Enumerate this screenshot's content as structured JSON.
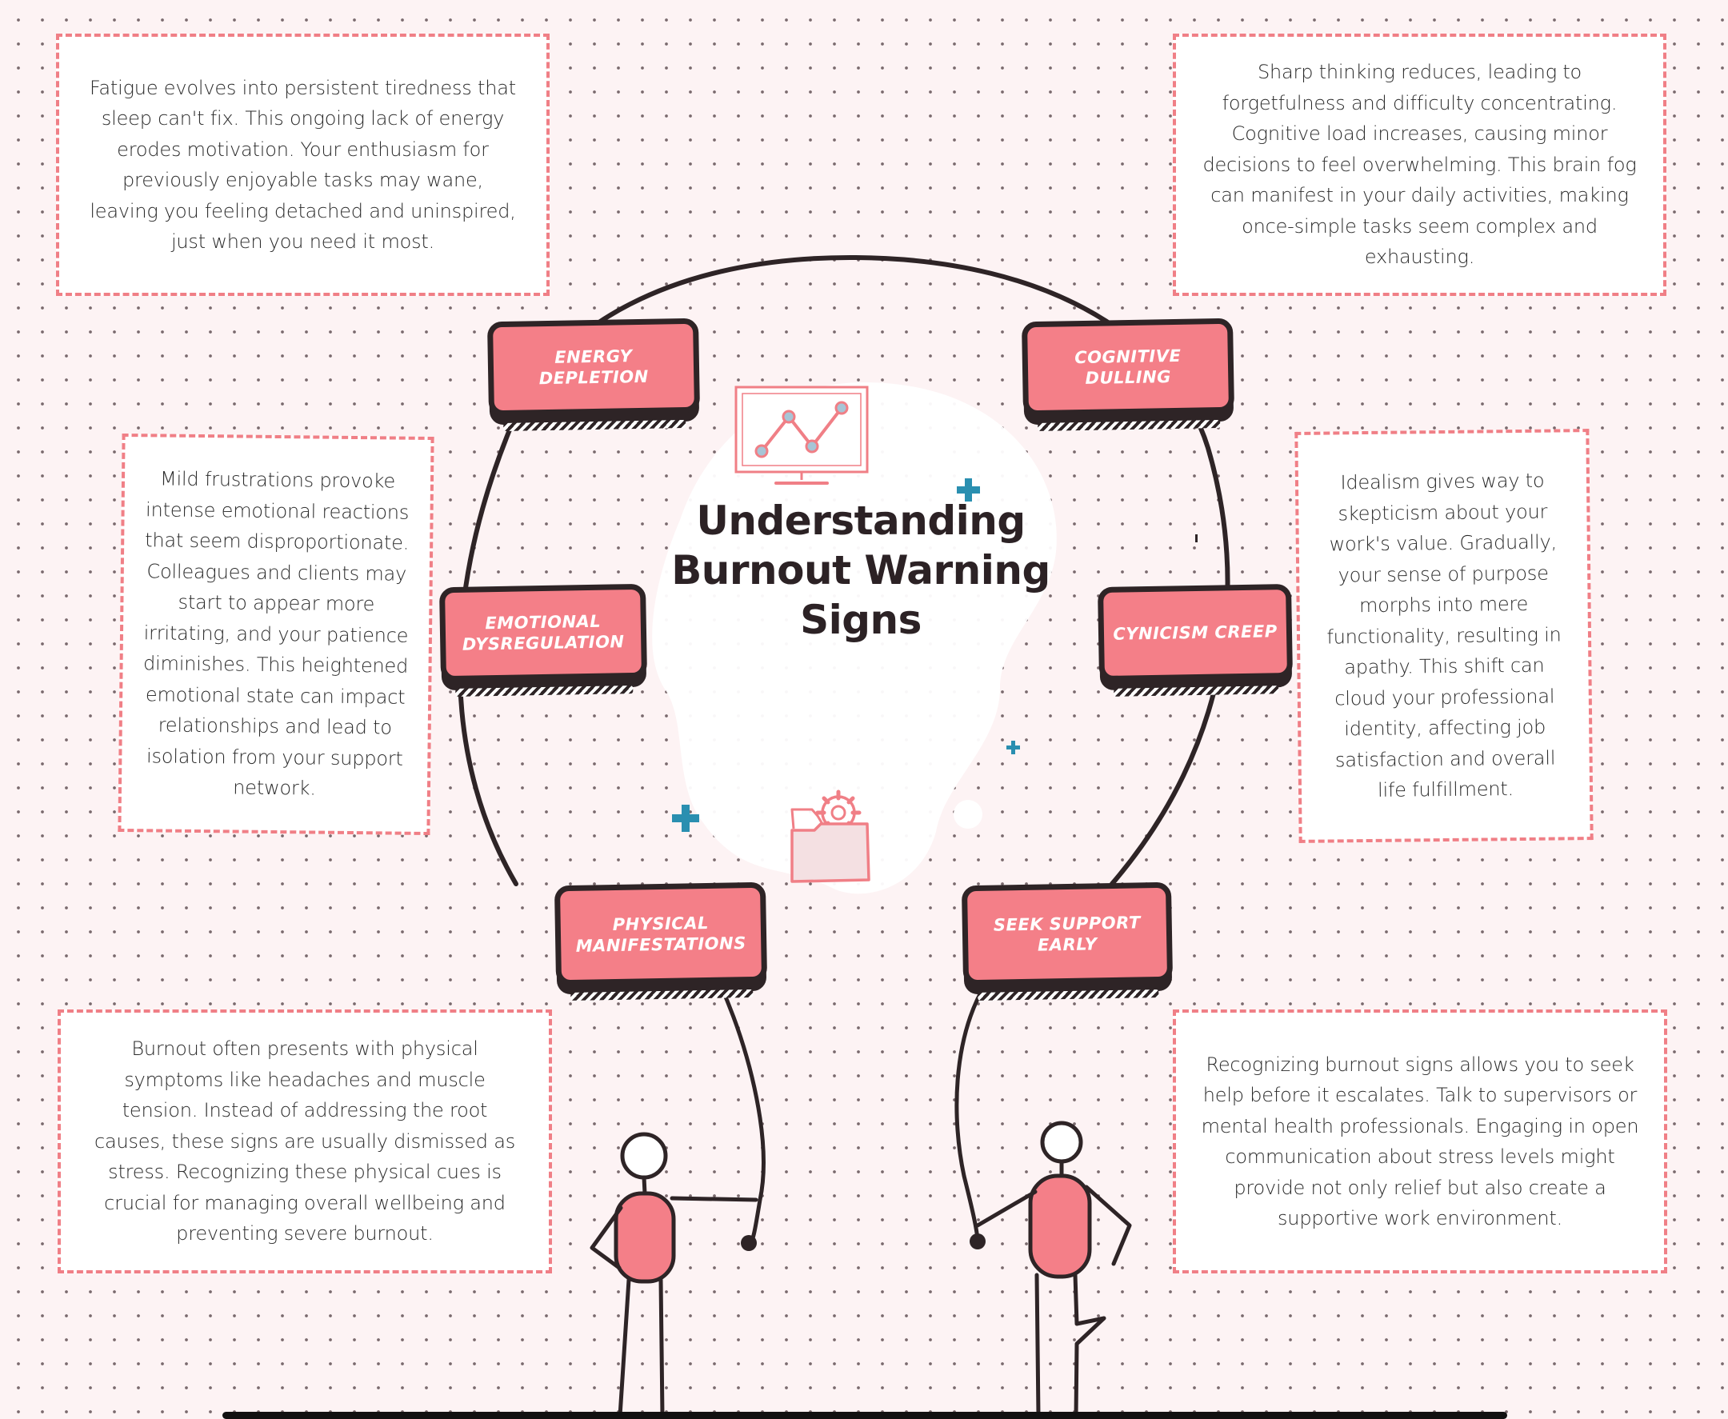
{
  "title": "Understanding Burnout Warning Signs",
  "colors": {
    "accent": "#f47f88",
    "outline": "#2e2426",
    "dash_border": "#f07f86",
    "sparkle": "#2a8fb0",
    "background": "#fdf3f4"
  },
  "icons": [
    "chart-monitor-icon",
    "folder-gear-icon",
    "sparkle-cross-icon",
    "stick-figure-left",
    "stick-figure-right"
  ],
  "nodes": [
    {
      "id": "energy",
      "label": "Energy Depletion",
      "description": "Fatigue evolves into persistent tiredness that sleep can't fix. This ongoing lack of energy erodes motivation. Your enthusiasm for previously enjoyable tasks may wane, leaving you feeling detached and uninspired, just when you need it most."
    },
    {
      "id": "cognitive",
      "label": "Cognitive Dulling",
      "description": "Sharp thinking reduces, leading to forgetfulness and difficulty concentrating. Cognitive load increases, causing minor decisions to feel overwhelming. This brain fog can manifest in your daily activities, making once-simple tasks seem complex and exhausting."
    },
    {
      "id": "emotional",
      "label": "Emotional Dysregulation",
      "description": "Mild frustrations provoke intense emotional reactions that seem disproportionate. Colleagues and clients may start to appear more irritating, and your patience diminishes. This heightened emotional state can impact relationships and lead to isolation from your support network."
    },
    {
      "id": "cynicism",
      "label": "Cynicism Creep",
      "description": "Idealism gives way to skepticism about your work's value. Gradually, your sense of purpose morphs into mere functionality, resulting in apathy. This shift can cloud your professional identity, affecting job satisfaction and overall life fulfillment."
    },
    {
      "id": "physical",
      "label": "Physical Manifestations",
      "description": "Burnout often presents with physical symptoms like headaches and muscle tension. Instead of addressing the root causes, these signs are usually dismissed as stress. Recognizing these physical cues is crucial for managing overall wellbeing and preventing severe burnout."
    },
    {
      "id": "support",
      "label": "Seek Support Early",
      "description": "Recognizing burnout signs allows you to seek help before it escalates. Talk to supervisors or mental health professionals. Engaging in open communication about stress levels might provide not only relief but also create a supportive work environment."
    }
  ]
}
